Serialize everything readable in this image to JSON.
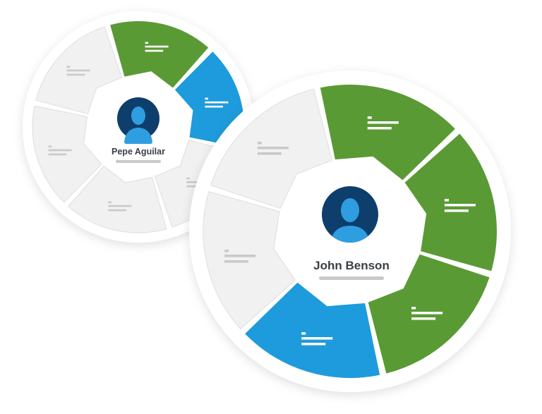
{
  "palette": {
    "green": "#5a9a35",
    "blue": "#1e9bdc",
    "gray_segment": "#f1f1f1",
    "gray_segment_stroke": "#dedede",
    "line_light": "#ffffff",
    "line_dark": "#c9c9c9",
    "avatar_dark": "#0e3e6b",
    "avatar_light": "#2e9ee0",
    "outer_ring": "#ffffff"
  },
  "wheels": [
    {
      "id": "small",
      "person_name": "Pepe Aguilar",
      "avatar_icon": "user-avatar-icon",
      "segments": [
        {
          "status": "complete",
          "color": "green"
        },
        {
          "status": "active",
          "color": "blue"
        },
        {
          "status": "pending",
          "color": "gray"
        },
        {
          "status": "pending",
          "color": "gray"
        },
        {
          "status": "pending",
          "color": "gray"
        },
        {
          "status": "pending",
          "color": "gray"
        }
      ]
    },
    {
      "id": "large",
      "person_name": "John Benson",
      "avatar_icon": "user-avatar-icon",
      "segments": [
        {
          "status": "complete",
          "color": "green"
        },
        {
          "status": "complete",
          "color": "green"
        },
        {
          "status": "complete",
          "color": "green"
        },
        {
          "status": "active",
          "color": "blue"
        },
        {
          "status": "pending",
          "color": "gray"
        },
        {
          "status": "pending",
          "color": "gray"
        }
      ]
    }
  ]
}
